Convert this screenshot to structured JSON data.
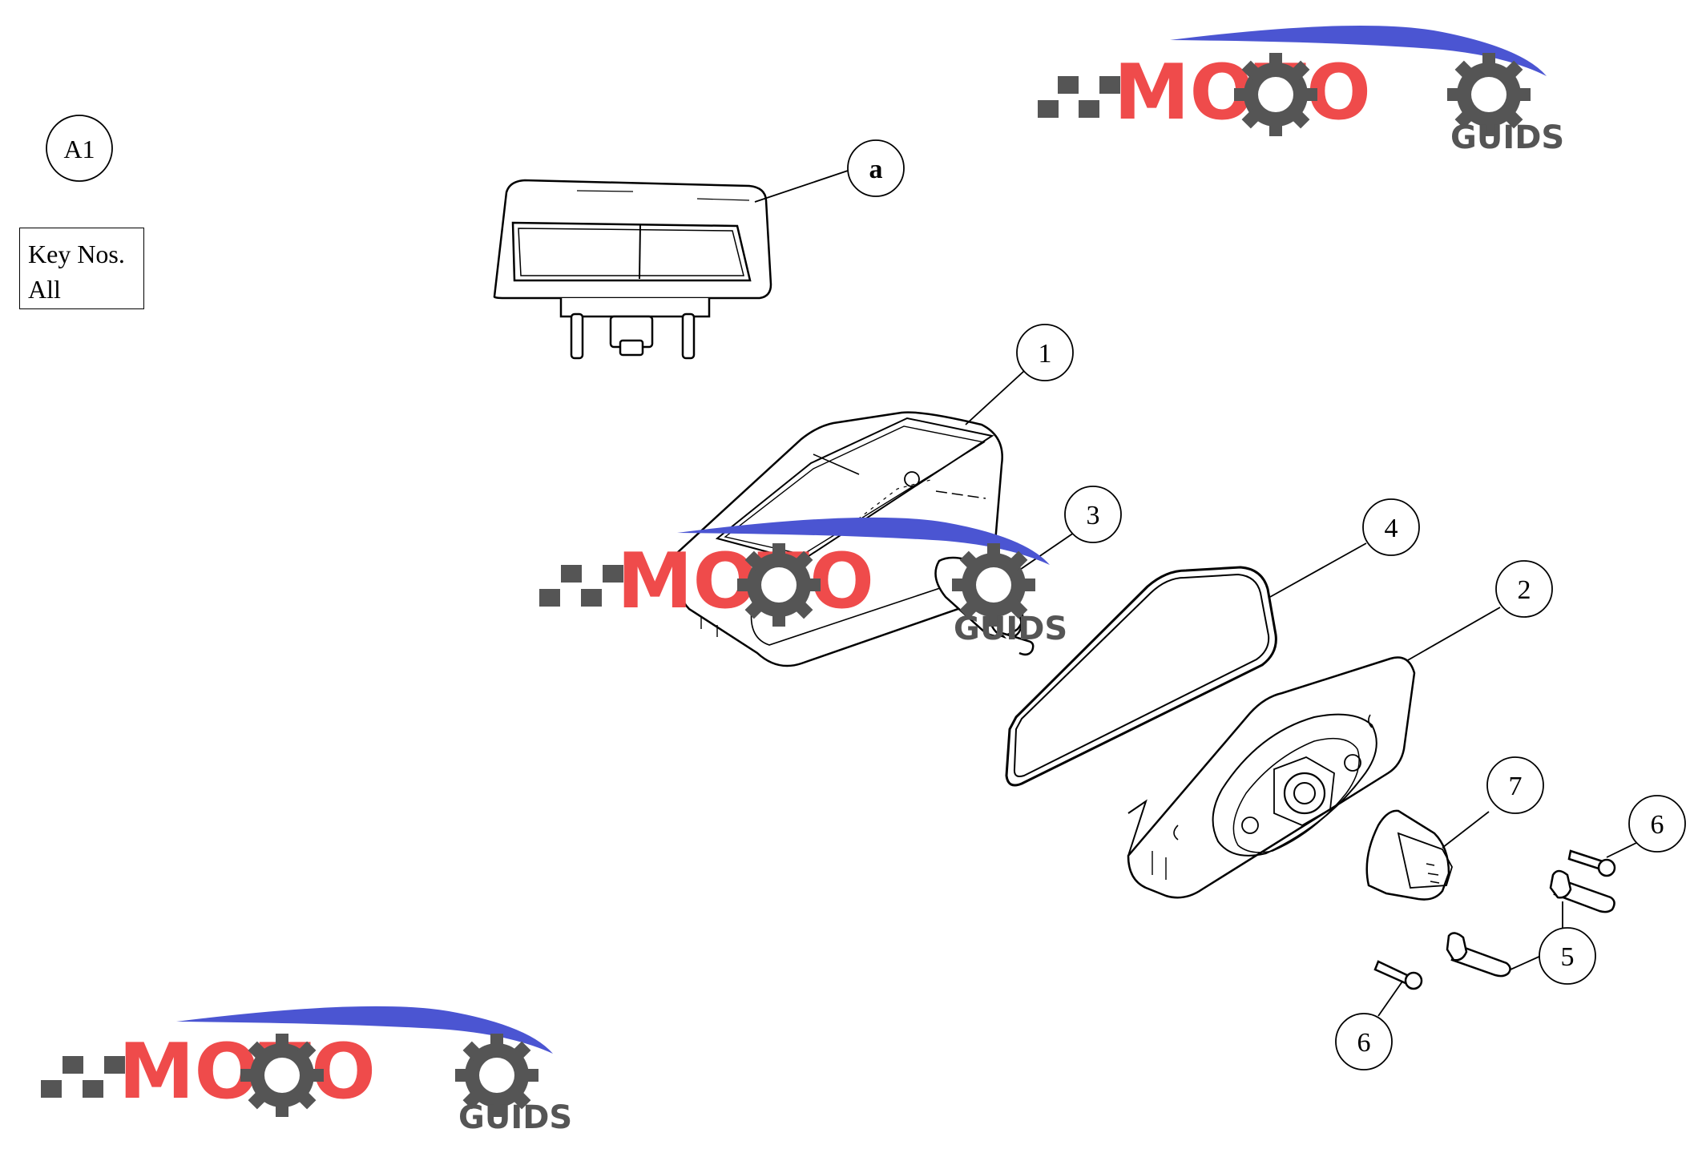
{
  "figure_id": "A1",
  "key_box": {
    "line1": "Key Nos.",
    "line2": "All"
  },
  "callouts": [
    {
      "id": "a",
      "label": "a",
      "bold": true
    },
    {
      "id": "1",
      "label": "1"
    },
    {
      "id": "2",
      "label": "2"
    },
    {
      "id": "3",
      "label": "3"
    },
    {
      "id": "4",
      "label": "4"
    },
    {
      "id": "5a",
      "label": "5"
    },
    {
      "id": "6a",
      "label": "6"
    },
    {
      "id": "6b",
      "label": "6"
    },
    {
      "id": "7",
      "label": "7"
    }
  ],
  "watermark": {
    "word": "MOTO",
    "subword": "GUIDS",
    "colors": {
      "red": "#ef4b4b",
      "blue": "#4b55d2",
      "gray": "#555555"
    }
  }
}
